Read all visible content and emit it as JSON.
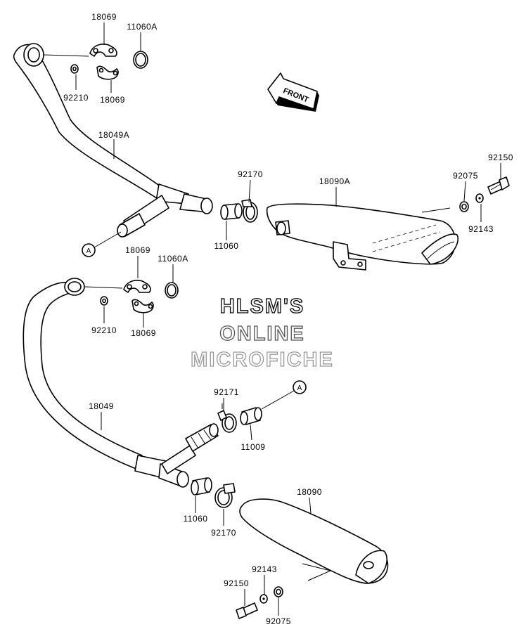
{
  "front_arrow": {
    "label": "FRONT"
  },
  "watermark": {
    "line1": "HLSM'S",
    "line2": "ONLINE",
    "line3": "MICROFICHE",
    "colors": [
      "#000000",
      "#555555",
      "#999999"
    ]
  },
  "ref_marker": "A",
  "labels": {
    "top_clamp_upper": "18069",
    "top_gasket": "11060A",
    "top_nut": "92210",
    "top_clamp_lower": "18069",
    "top_pipe": "18049A",
    "top_band": "92170",
    "top_muffler": "18090A",
    "top_washer_nut": "92075",
    "top_bolt": "92150",
    "top_washer": "92143",
    "top_sleeve": "11060",
    "mid_clamp_upper": "18069",
    "mid_gasket": "11060A",
    "mid_nut": "92210",
    "mid_clamp_lower": "18069",
    "bottom_pipe": "18049",
    "bottom_band_a": "92171",
    "bottom_joint": "11009",
    "bottom_sleeve": "11060",
    "bottom_band_b": "92170",
    "bottom_muffler": "18090",
    "bottom_washer": "92143",
    "bottom_bolt": "92150",
    "bottom_washer_nut": "92075"
  }
}
